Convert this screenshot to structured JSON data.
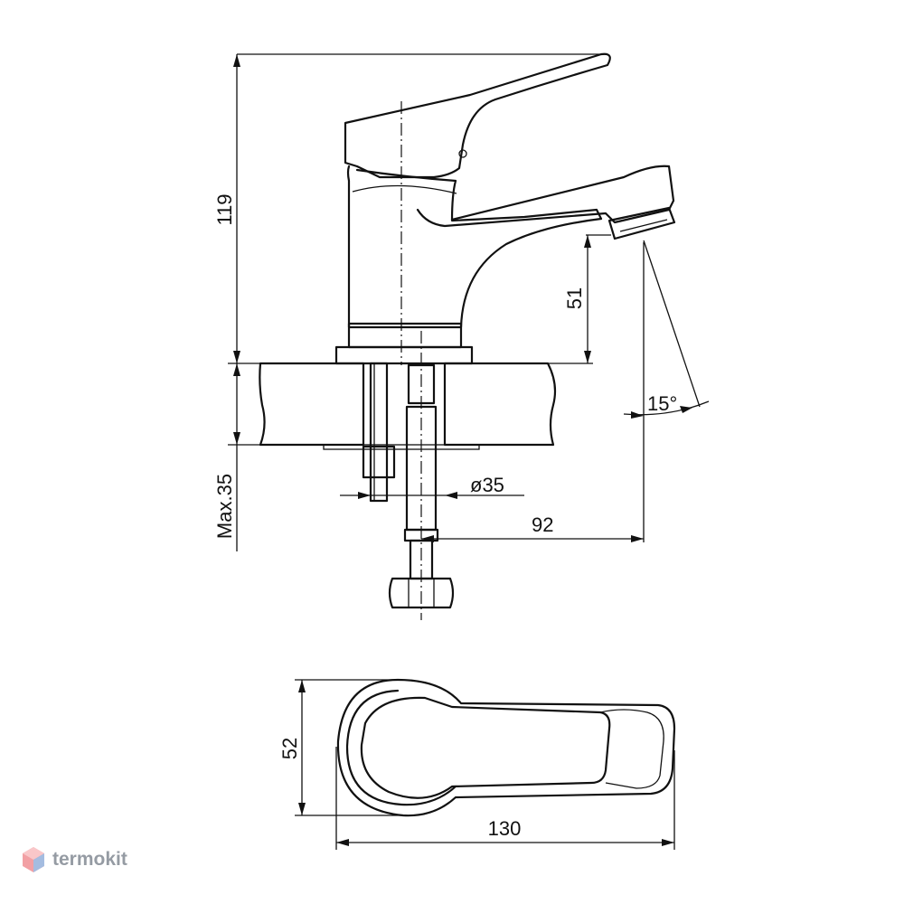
{
  "dimensions": {
    "total_height": "119",
    "spout_height": "51",
    "max_thickness": "Max.35",
    "hole_diameter": "ø35",
    "spout_reach": "92",
    "spout_angle": "15°",
    "width": "52",
    "length": "130"
  },
  "watermark": {
    "brand": "termokit"
  }
}
